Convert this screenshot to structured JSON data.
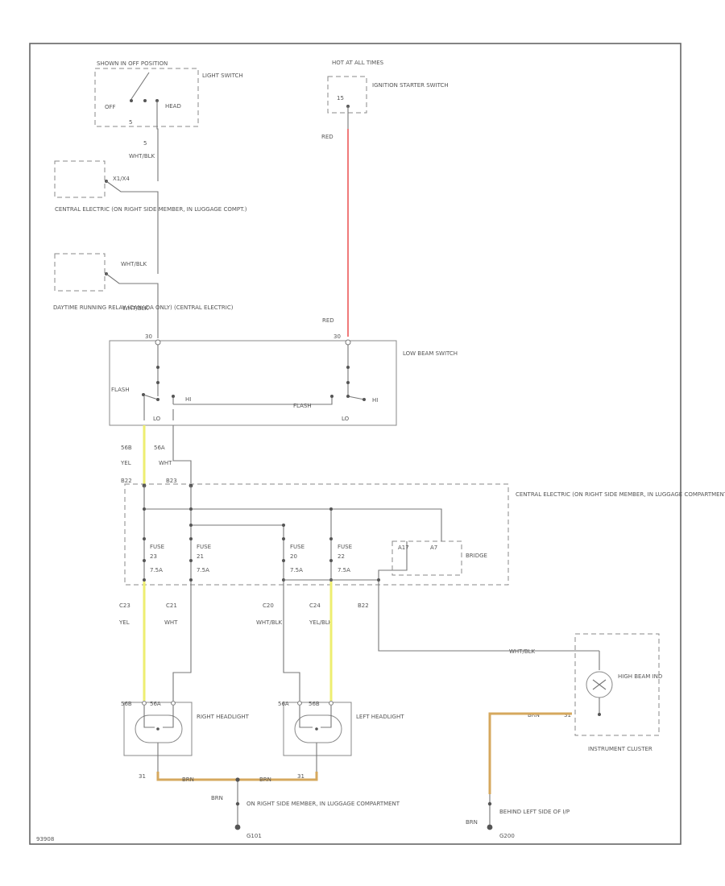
{
  "diagram": {
    "code": "93908",
    "colors": {
      "red": "#f07a7a",
      "yellow": "#eeee70",
      "brown": "#d6a85e",
      "line": "#777777"
    },
    "light_switch": {
      "top_label": "SHOWN IN OFF POSITION",
      "name": "LIGHT SWITCH",
      "off": "OFF",
      "head": "HEAD",
      "pin": "5",
      "terminal": "5",
      "wire_color": "WHT/BLK"
    },
    "ignition": {
      "hot_label": "HOT AT ALL TIMES",
      "name": "IGNITION STARTER SWITCH",
      "pin": "15",
      "wire_color": "RED"
    },
    "central_top": {
      "name": "CENTRAL ELECTRIC (ON RIGHT SIDE MEMBER, IN LUGGAGE COMPT.)",
      "pin": "X1/X4",
      "wire_color": "WHT/BLK"
    },
    "drl": {
      "name": "DAYTIME RUNNING RELAY (CANADA ONLY) (CENTRAL ELECTRIC)",
      "wire_color": "WHT/BLK"
    },
    "low_beam": {
      "name": "LOW BEAM SWITCH",
      "pin_left": "30",
      "pin_right": "30",
      "wire_right": "RED",
      "flash": "FLASH",
      "hi": "HI",
      "lo": "LO"
    },
    "out_wires": {
      "left_pin": "56B",
      "right_pin": "56A",
      "left_color": "YEL",
      "right_color": "WHT"
    },
    "central_fuse": {
      "name": "CENTRAL ELECTRIC (ON RIGHT SIDE MEMBER, IN LUGGAGE COMPARTMENT)",
      "pin_left": "B22",
      "pin_right": "B23",
      "fuse_label": "FUSE",
      "fuses": [
        {
          "num": "23",
          "amps": "7.5A"
        },
        {
          "num": "21",
          "amps": "7.5A"
        },
        {
          "num": "20",
          "amps": "7.5A"
        },
        {
          "num": "22",
          "amps": "7.5A"
        }
      ],
      "bridge": "BRIDGE",
      "bridge_pins": [
        "A17",
        "A7"
      ],
      "outputs": [
        {
          "pin": "C23",
          "color": "YEL"
        },
        {
          "pin": "C21",
          "color": "WHT"
        },
        {
          "pin": "C20",
          "color": "WHT/BLK"
        },
        {
          "pin": "C24",
          "color": "YEL/BLK"
        },
        {
          "pin": "B22",
          "color": ""
        }
      ]
    },
    "right_headlight": {
      "name": "RIGHT HEADLIGHT",
      "pins": [
        "56B",
        "56A"
      ],
      "ground_pin": "31"
    },
    "left_headlight": {
      "name": "LEFT HEADLIGHT",
      "pins": [
        "56A",
        "56B"
      ],
      "ground_pin": "31"
    },
    "ground_wire": "BRN",
    "ground1": {
      "name": "ON RIGHT SIDE MEMBER, IN LUGGAGE COMPARTMENT",
      "id": "G101"
    },
    "cluster": {
      "indicator": "HIGH BEAM IND",
      "name": "INSTRUMENT CLUSTER",
      "wire_in": "WHT/BLK",
      "pin_gnd": "31",
      "wire_gnd": "BRN"
    },
    "ground2": {
      "name": "BEHIND LEFT SIDE OF I/P",
      "id": "G200"
    }
  }
}
